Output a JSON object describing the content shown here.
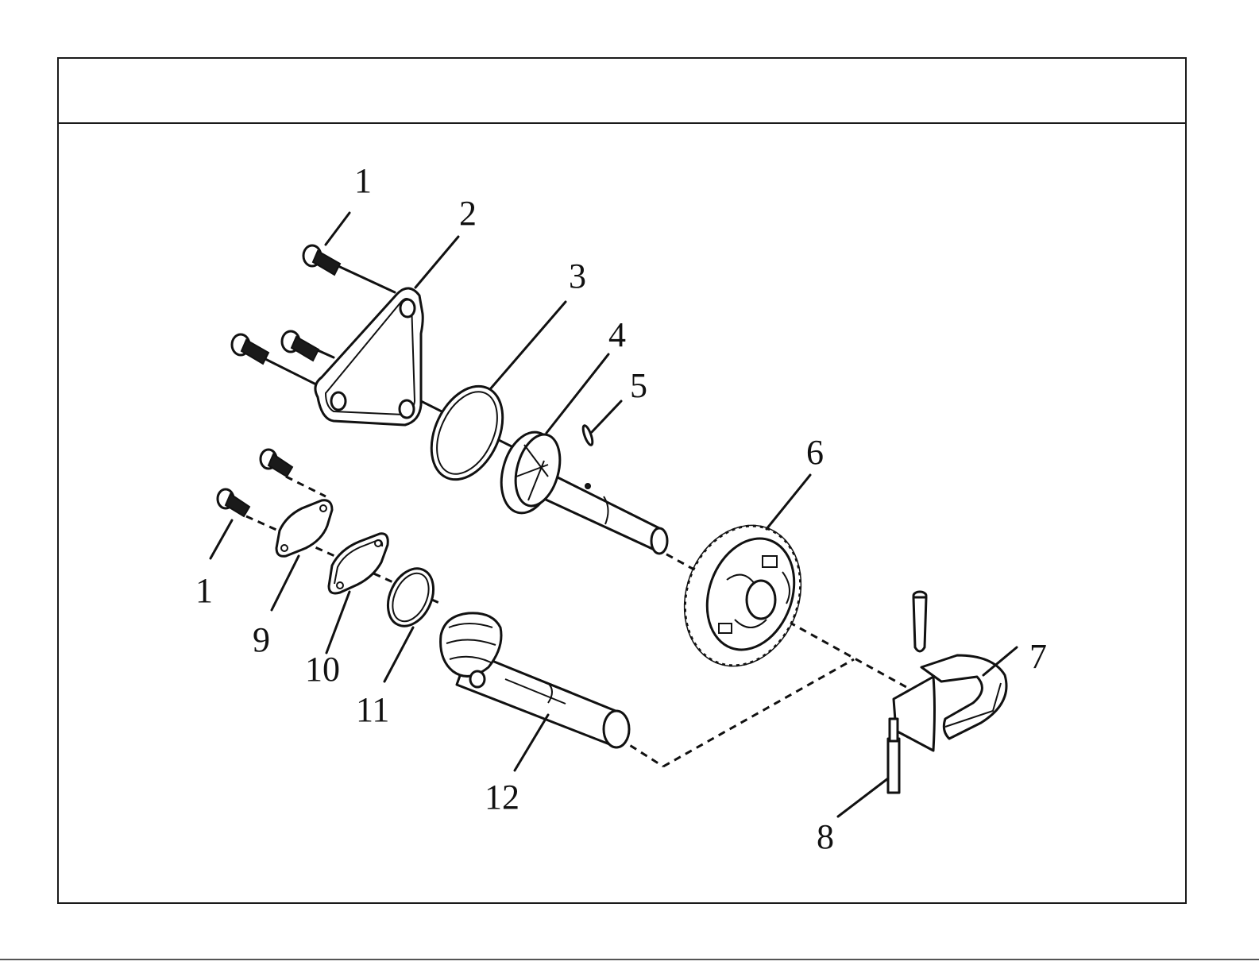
{
  "header": {
    "title": ""
  },
  "callouts": [
    {
      "id": "c1a",
      "label": "1"
    },
    {
      "id": "c2",
      "label": "2"
    },
    {
      "id": "c3",
      "label": "3"
    },
    {
      "id": "c4",
      "label": "4"
    },
    {
      "id": "c5",
      "label": "5"
    },
    {
      "id": "c6",
      "label": "6"
    },
    {
      "id": "c7",
      "label": "7"
    },
    {
      "id": "c8",
      "label": "8"
    },
    {
      "id": "c1b",
      "label": "1"
    },
    {
      "id": "c9",
      "label": "9"
    },
    {
      "id": "c10",
      "label": "10"
    },
    {
      "id": "c11",
      "label": "11"
    },
    {
      "id": "c12",
      "label": "12"
    }
  ]
}
